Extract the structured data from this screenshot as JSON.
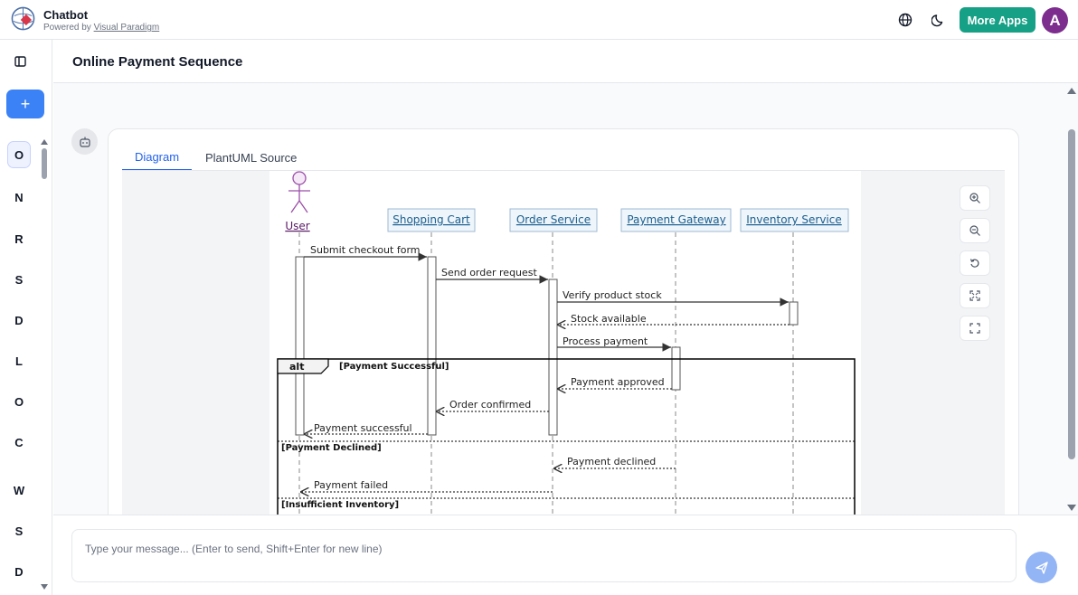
{
  "app": {
    "title": "Chatbot",
    "powered_prefix": "Powered by ",
    "powered_link": "Visual Paradigm",
    "more_apps": "More Apps",
    "avatar_letter": "A"
  },
  "sidebar": {
    "letters": [
      "O",
      "N",
      "R",
      "S",
      "D",
      "L",
      "O",
      "C",
      "W",
      "S",
      "D"
    ],
    "new_label": "+"
  },
  "page": {
    "title": "Online Payment Sequence"
  },
  "tabs": [
    {
      "label": "Diagram",
      "active": true
    },
    {
      "label": "PlantUML Source",
      "active": false
    }
  ],
  "zoom_controls": [
    "zoom-in-icon",
    "zoom-out-icon",
    "reset-icon",
    "fit-icon",
    "fullscreen-icon"
  ],
  "diagram": {
    "participants": {
      "user": "User",
      "cart": "Shopping Cart",
      "order": "Order Service",
      "gateway": "Payment Gateway",
      "inventory": "Inventory Service"
    },
    "messages": {
      "m1": "Submit checkout form",
      "m2": "Send order request",
      "m3": "Verify product stock",
      "m4": "Stock available",
      "m5": "Process payment",
      "m6": "Payment approved",
      "m7": "Order confirmed",
      "m8": "Payment successful",
      "m9": "Payment declined",
      "m10": "Payment failed"
    },
    "fragment": {
      "keyword": "alt",
      "guard1": "[Payment Successful]",
      "guard2": "[Payment Declined]",
      "guard3": "[Insufficient Inventory]"
    }
  },
  "composer": {
    "placeholder": "Type your message... (Enter to send, Shift+Enter for new line)"
  },
  "colors": {
    "accent": "#3b82f6",
    "more_apps": "#16a085",
    "avatar": "#7c2d8e",
    "participant_fill": "#eef5fb",
    "participant_text": "#1a5f8f"
  }
}
